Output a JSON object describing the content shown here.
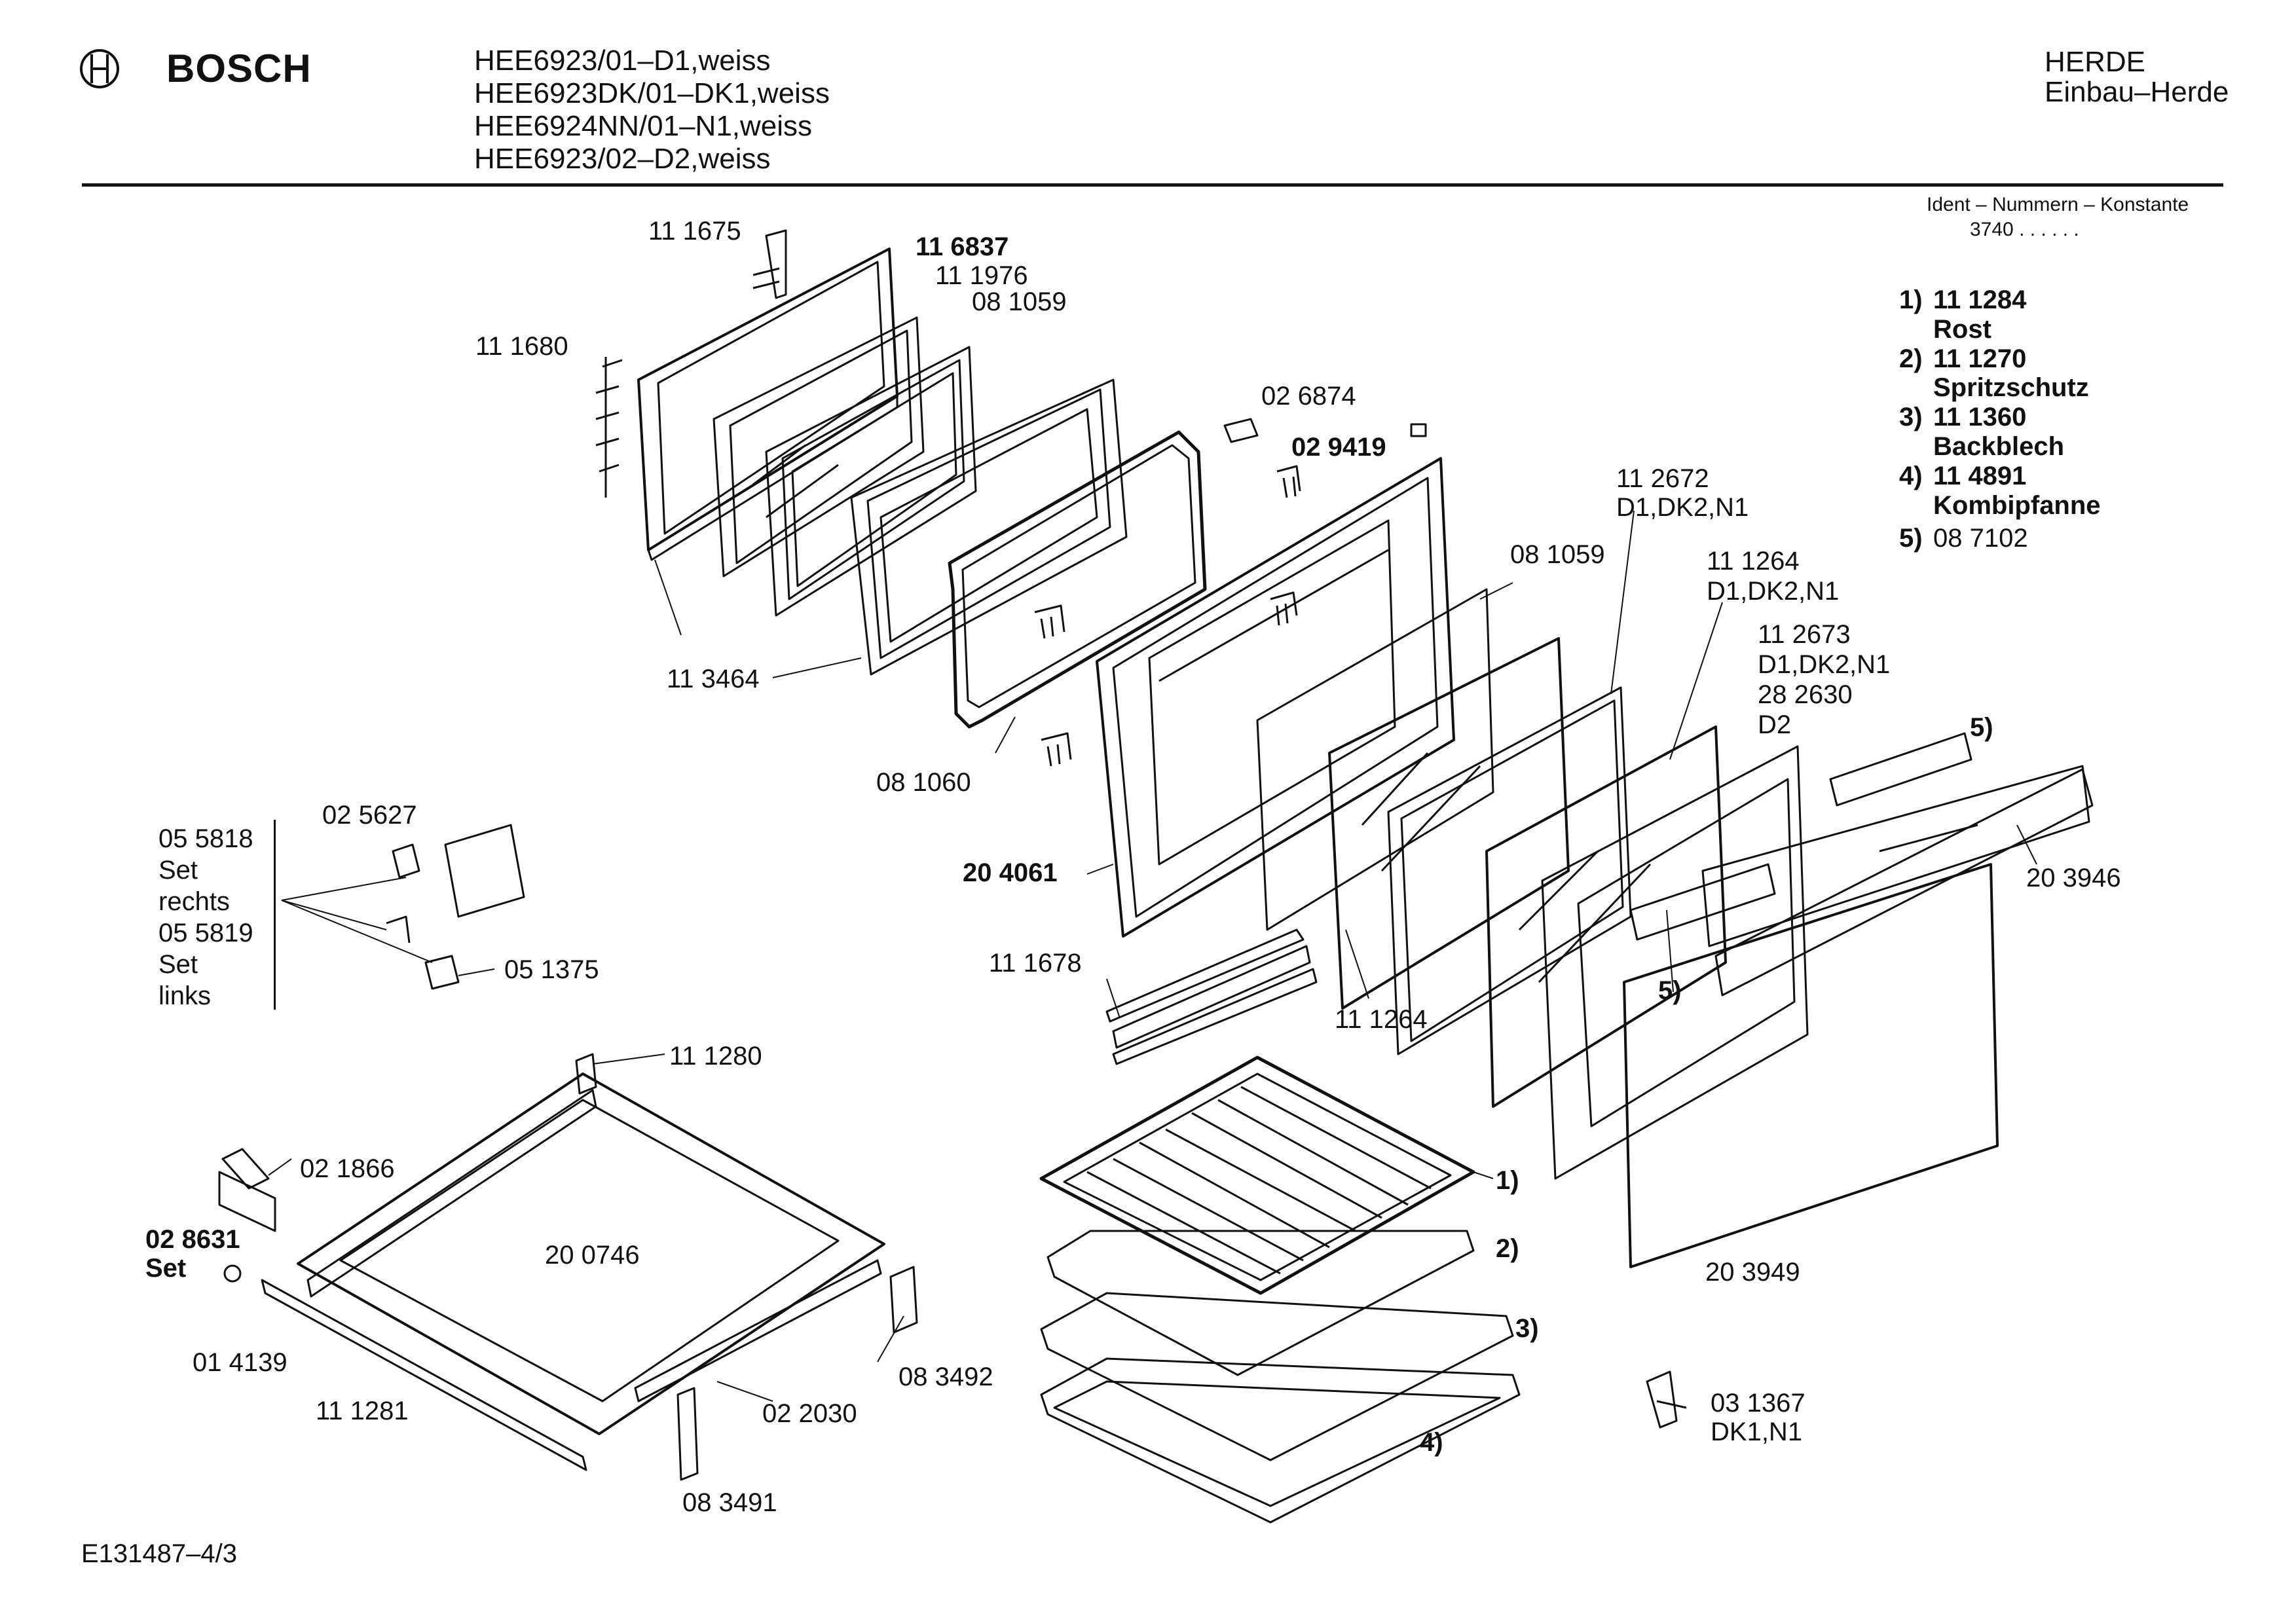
{
  "header": {
    "brand": "BOSCH",
    "models": [
      "HEE6923/01–D1,weiss",
      "HEE6923DK/01–DK1,weiss",
      "HEE6924NN/01–N1,weiss",
      "HEE6923/02–D2,weiss"
    ],
    "category": "HERDE",
    "subcategory": "Einbau–Herde",
    "ident_title": "Ident – Nummern – Konstante",
    "ident_value": "3740 . . . . . ."
  },
  "legend": [
    {
      "num": "1)",
      "code": "11 1284",
      "name": "Rost"
    },
    {
      "num": "2)",
      "code": "11 1270",
      "name": "Spritzschutz"
    },
    {
      "num": "3)",
      "code": "11 1360",
      "name": "Backblech"
    },
    {
      "num": "4)",
      "code": "11 4891",
      "name": "Kombipfanne"
    },
    {
      "num": "5)",
      "code": "08 7102",
      "name": ""
    }
  ],
  "parts": {
    "p111675": "11 1675",
    "p116837": "11 6837",
    "p111976": "11 1976",
    "p081059a": "08 1059",
    "p111680": "11 1680",
    "p026874": "02 6874",
    "p029419": "02 9419",
    "p112672": "11 2672",
    "p112672v": "D1,DK2,N1",
    "p081059b": "08 1059",
    "p111264a": "11 1264",
    "p111264av": "D1,DK2,N1",
    "p112673": "11 2673",
    "p112673v": "D1,DK2,N1",
    "p282630": "28 2630",
    "p282630v": "D2",
    "p5a": "5)",
    "p203946": "20 3946",
    "p113464": "11 3464",
    "p081060": "08 1060",
    "p204061": "20 4061",
    "p111678": "11 1678",
    "p111264b": "11 1264",
    "p5b": "5)",
    "p025627": "02 5627",
    "p055818": "05 5818",
    "set1": "Set",
    "rechts": "rechts",
    "p055819": "05 5819",
    "set2": "Set",
    "links": "links",
    "p051375": "05 1375",
    "p111280": "11 1280",
    "p021866": "02 1866",
    "p200746": "20 0746",
    "p028631": "02 8631",
    "set3": "Set",
    "p014139": "01 4139",
    "p111281": "11 1281",
    "p022030": "02 2030",
    "p083492": "08 3492",
    "p083491": "08 3491",
    "a1": "1)",
    "a2": "2)",
    "a3": "3)",
    "a4": "4)",
    "p203949": "20 3949",
    "p031367": "03 1367",
    "p031367v": "DK1,N1"
  },
  "footer": {
    "code": "E131487–4/3"
  }
}
